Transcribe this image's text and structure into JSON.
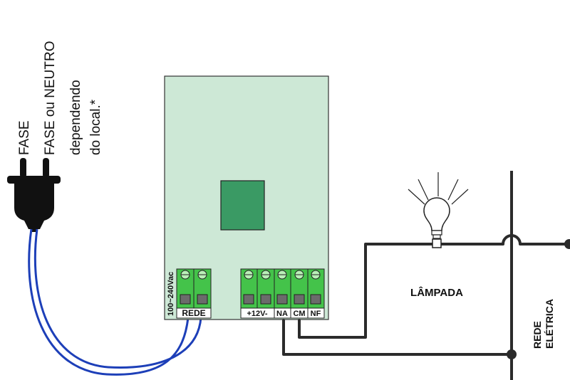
{
  "plug": {
    "pin1_label": "FASE",
    "pin2_label": "FASE ou NEUTRO",
    "note_line1": "dependendo",
    "note_line2": "do local.*"
  },
  "board": {
    "power_terminal_label": "REDE",
    "voltage_label": "100~240Vac",
    "out_terminal_labels": [
      "+12V-",
      "NA",
      "CM",
      "NF"
    ]
  },
  "load": {
    "label": "LÂMPADA"
  },
  "mains": {
    "label_line1": "REDE",
    "label_line2": "ELÉTRICA"
  },
  "colors": {
    "board_fill": "#cde8d6",
    "relay_fill": "#3a9a64",
    "terminal_green": "#44c34a",
    "wire_blue": "#1d3fb8",
    "wire_dark": "#2b2b2b"
  }
}
